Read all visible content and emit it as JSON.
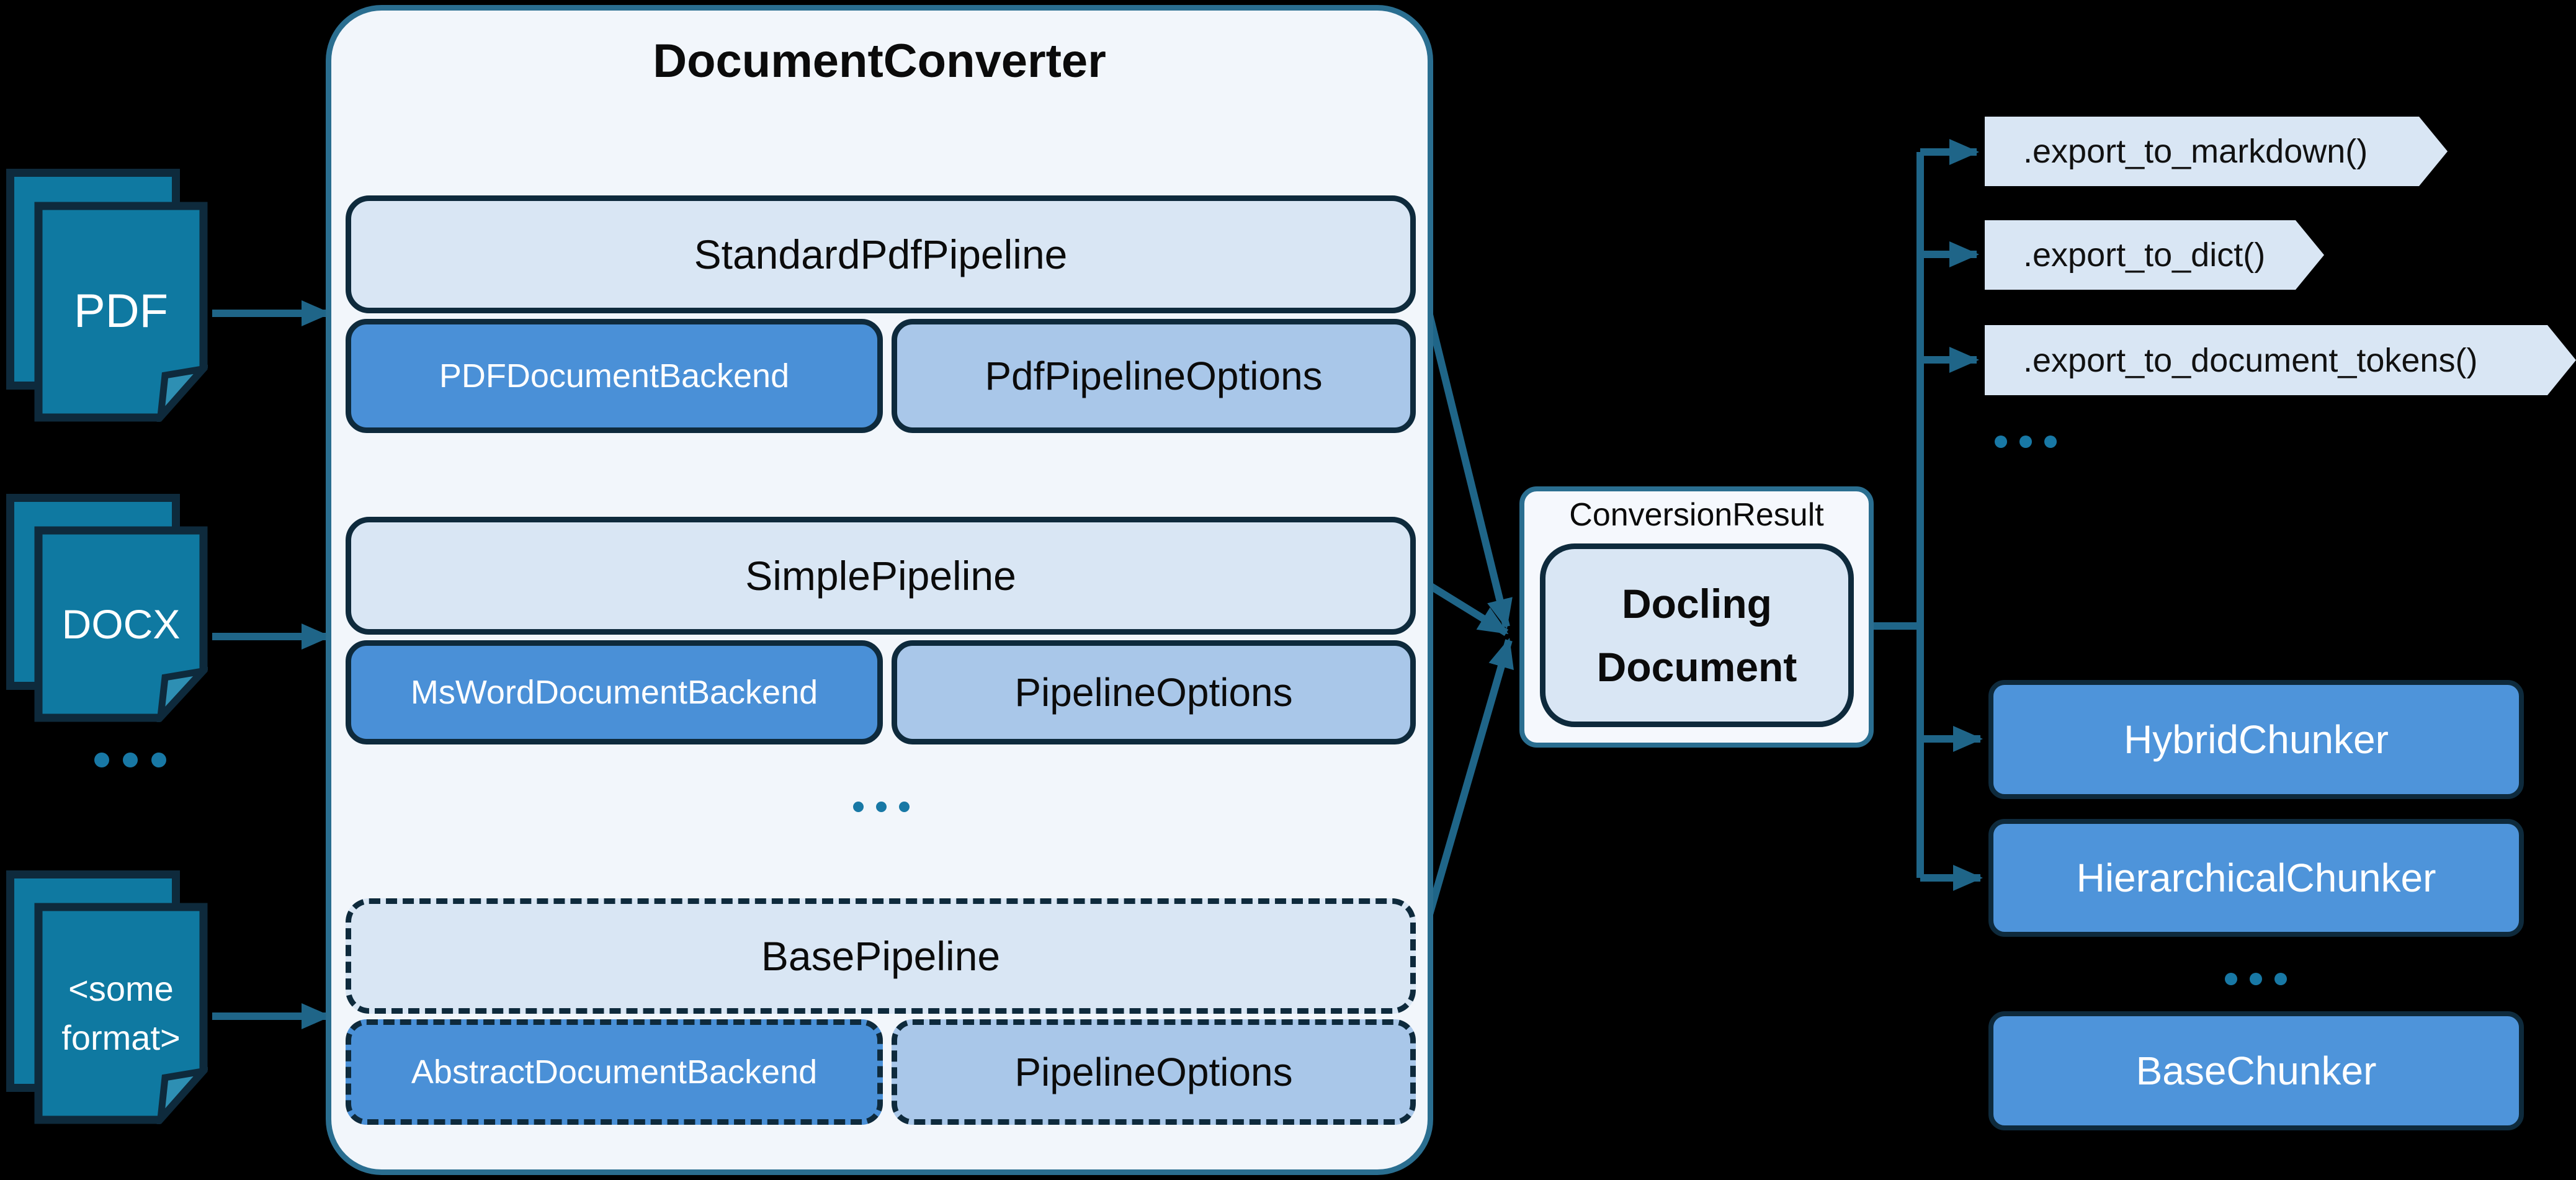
{
  "diagram": {
    "sources": [
      {
        "label": "PDF"
      },
      {
        "label": "DOCX"
      },
      {
        "label_line1": "<some",
        "label_line2": "format>"
      }
    ],
    "sources_ellipsis": "...",
    "converter": {
      "title": "DocumentConverter",
      "pipelines": [
        {
          "pipeline": "StandardPdfPipeline",
          "backend": "PDFDocumentBackend",
          "options": "PdfPipelineOptions",
          "style": "solid"
        },
        {
          "pipeline": "SimplePipeline",
          "backend": "MsWordDocumentBackend",
          "options": "PipelineOptions",
          "style": "solid"
        },
        {
          "pipeline": "BasePipeline",
          "backend": "AbstractDocumentBackend",
          "options": "PipelineOptions",
          "style": "dashed"
        }
      ],
      "ellipsis": "..."
    },
    "result": {
      "label": "ConversionResult",
      "document_line1": "Docling",
      "document_line2": "Document"
    },
    "exports": [
      {
        "label": ".export_to_markdown()"
      },
      {
        "label": ".export_to_dict()"
      },
      {
        "label": ".export_to_document_tokens()"
      }
    ],
    "exports_ellipsis": "...",
    "chunkers": [
      {
        "label": "HybridChunker",
        "style": "solid"
      },
      {
        "label": "HierarchicalChunker",
        "style": "solid"
      },
      {
        "label": "BaseChunker",
        "style": "dashed"
      }
    ],
    "chunkers_ellipsis": "...",
    "colors": {
      "background": "#000000",
      "document_icon_fill": "#0F79A1",
      "dark_border": "#0E2A3C",
      "teal_border": "#2A6E90",
      "arrow": "#1F6588",
      "pipeline_header_fill": "#D9E6F4",
      "backend_fill": "#4A90D7",
      "options_fill": "#A9C7E9",
      "converter_fill": "#F2F6FB",
      "result_fill": "#F5F8FD",
      "chunker_fill": "#4E94DA",
      "dots": "#1878A5"
    }
  }
}
